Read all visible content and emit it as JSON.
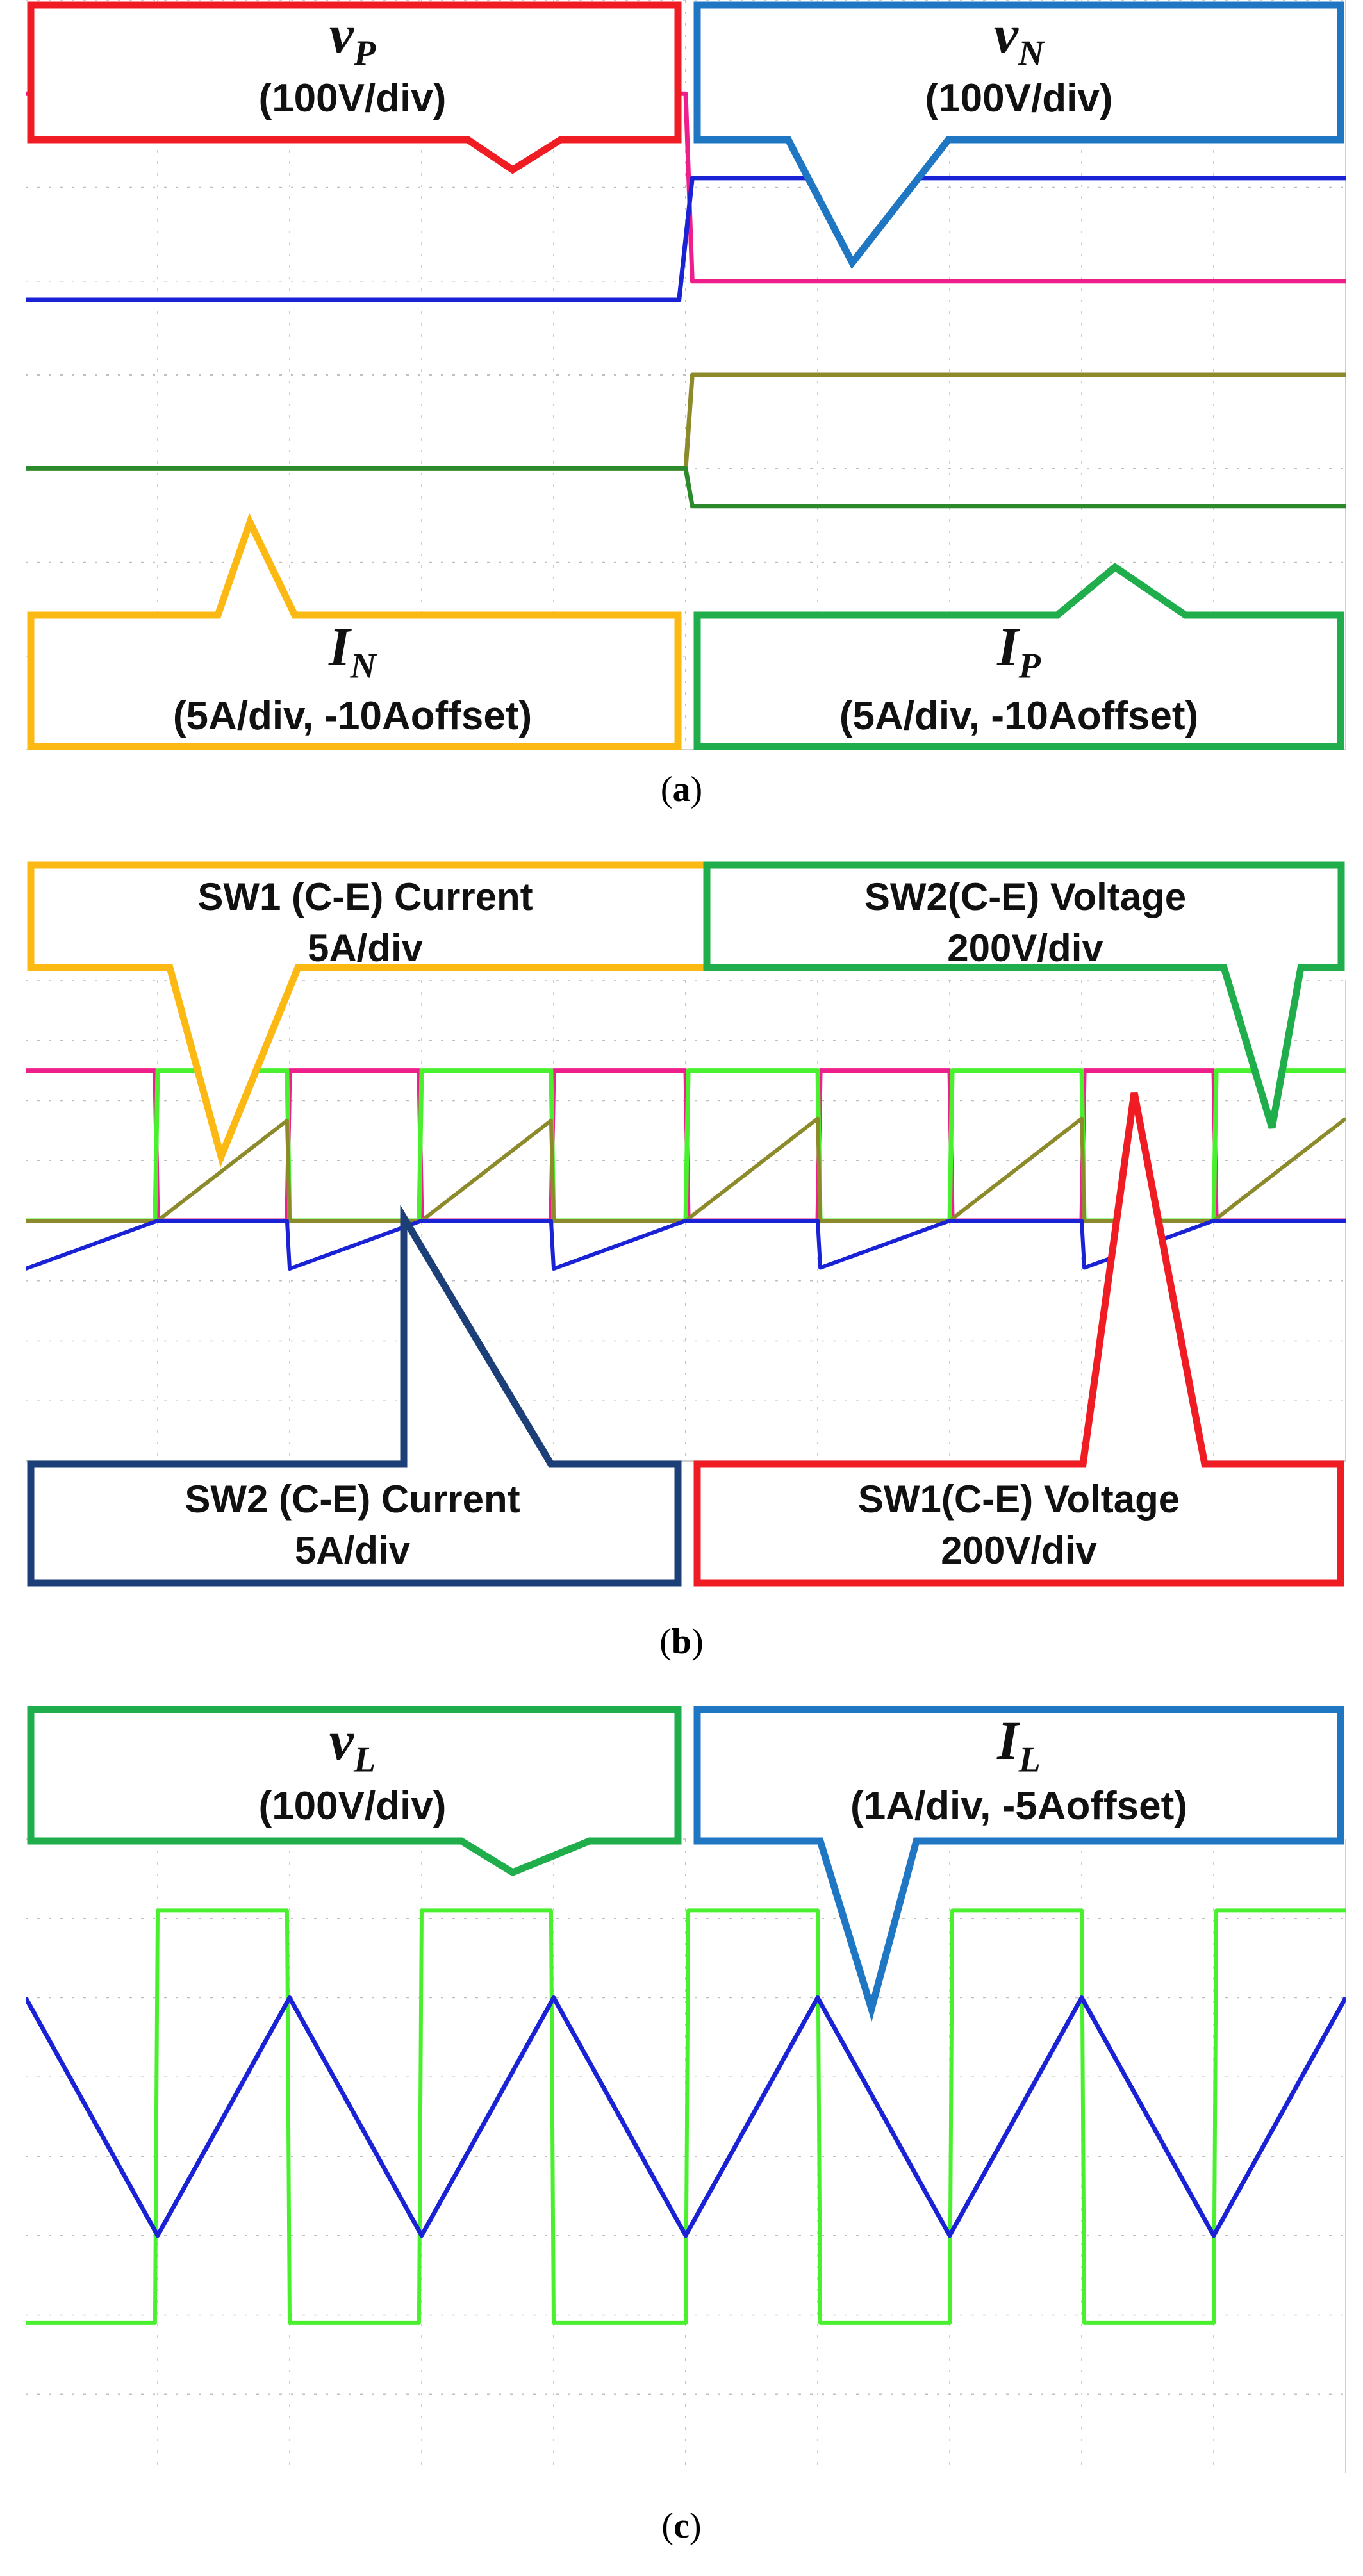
{
  "colors": {
    "pink": "#ee1e8c",
    "blue": "#1a22d6",
    "olive": "#8c8a2a",
    "bright_green": "#49f02e",
    "dark_green": "#2c8a2c",
    "red_box": "#f01c24",
    "sky_box": "#1f77c4",
    "gold_box": "#fdb913",
    "green_box": "#1fae4b",
    "navy_box": "#1d3f78",
    "grid": "#bfbfbf"
  },
  "captions": {
    "a": "a",
    "b": "b",
    "c": "c"
  },
  "chart_data": [
    {
      "panel": "a",
      "type": "line",
      "grid": true,
      "x_divisions": 10,
      "y_divisions": 8,
      "labels": {
        "vp_symbol": "v",
        "vp_sub": "P",
        "vp_scale": "(100V/div)",
        "vn_symbol": "v",
        "vn_sub": "N",
        "vn_scale": "(100V/div)",
        "in_symbol": "I",
        "in_sub": "N",
        "in_scale": "(5A/div, -10Aoffset)",
        "ip_symbol": "I",
        "ip_sub": "P",
        "ip_scale": "(5A/div, -10Aoffset)"
      },
      "series": [
        {
          "name": "vP",
          "color": "pink",
          "x": [
            0,
            5.0,
            5.05,
            10
          ],
          "y": [
            7.0,
            7.0,
            5.0,
            5.0
          ]
        },
        {
          "name": "vN",
          "color": "blue",
          "x": [
            0,
            4.95,
            5.05,
            10
          ],
          "y": [
            4.8,
            4.8,
            6.1,
            6.1
          ]
        },
        {
          "name": "IN",
          "color": "olive",
          "x": [
            0,
            5.0,
            5.05,
            10
          ],
          "y": [
            3.0,
            3.0,
            4.0,
            4.0
          ]
        },
        {
          "name": "IP",
          "color": "dark_green",
          "x": [
            0,
            5.0,
            5.05,
            10
          ],
          "y": [
            3.0,
            3.0,
            2.6,
            2.6
          ]
        }
      ]
    },
    {
      "panel": "b",
      "type": "line",
      "grid": true,
      "x_divisions": 10,
      "y_divisions": 8,
      "period_div": 2,
      "labels": {
        "sw1_current": "SW1 (C-E) Current",
        "sw1_current_scale": "5A/div",
        "sw2_voltage": "SW2(C-E) Voltage",
        "sw2_voltage_scale": "200V/div",
        "sw2_current": "SW2 (C-E) Current",
        "sw2_current_scale": "5A/div",
        "sw1_voltage": "SW1(C-E) Voltage",
        "sw1_voltage_scale": "200V/div"
      },
      "series": [
        {
          "name": "SW1 (C-E) Voltage",
          "color": "pink",
          "high": 6.5,
          "low": 4.0,
          "on_fraction": 0.5
        },
        {
          "name": "SW2 (C-E) Voltage",
          "color": "bright_green",
          "high": 6.5,
          "low": 4.0,
          "on_fraction": 0.5
        },
        {
          "name": "SW1 (C-E) Current",
          "color": "olive",
          "base": 4.0,
          "peak": 5.7
        },
        {
          "name": "SW2 (C-E) Current",
          "color": "blue",
          "base": 4.0,
          "trough": 3.2
        }
      ]
    },
    {
      "panel": "c",
      "type": "line",
      "grid": true,
      "x_divisions": 10,
      "y_divisions": 8,
      "period_div": 2,
      "labels": {
        "vl_symbol": "v",
        "vl_sub": "L",
        "vl_scale": "(100V/div)",
        "il_symbol": "I",
        "il_sub": "L",
        "il_scale": "(1A/div, -5Aoffset)"
      },
      "series": [
        {
          "name": "vL",
          "color": "bright_green",
          "high": 7.1,
          "low": 1.9
        },
        {
          "name": "IL",
          "color": "blue",
          "peak": 6.0,
          "trough": 3.0
        }
      ]
    }
  ]
}
